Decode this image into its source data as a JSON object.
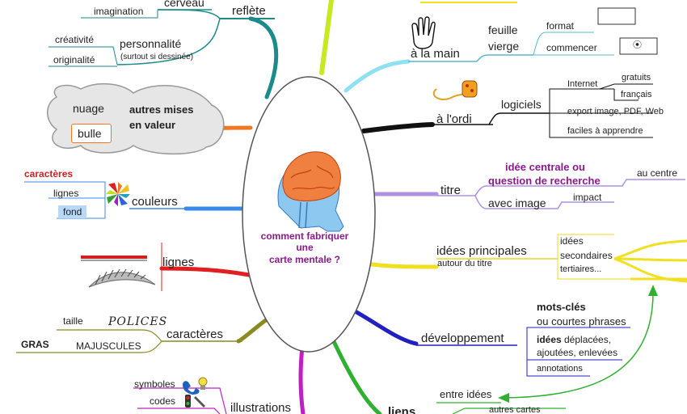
{
  "center": {
    "line1": "comment fabriquer",
    "line2": "une",
    "line3": "carte mentale ?"
  },
  "left": {
    "reflete": {
      "label": "reflète",
      "cerveau": "cerveau",
      "imagination": "imagination",
      "personnalite": "personnalité",
      "personnalite_note": "(surtout si dessinée)",
      "creativite": "créativité",
      "originalite": "originalité"
    },
    "mises_en_valeur": {
      "line1": "autres mises",
      "line2": "en valeur",
      "nuage": "nuage",
      "bulle": "bulle"
    },
    "couleurs": {
      "label": "couleurs",
      "caracteres": "caractères",
      "lignes": "lignes",
      "fond": "fond"
    },
    "lignes": {
      "label": "lignes"
    },
    "caracteres": {
      "label": "caractères",
      "taille": "taille",
      "polices": "POLICES",
      "gras": "GRAS",
      "majuscules": "MAJUSCULES"
    },
    "illustrations": {
      "label": "illustrations",
      "symboles": "symboles",
      "codes": "codes"
    }
  },
  "right": {
    "main": {
      "label": "à la main",
      "feuille_line1": "feuille",
      "feuille_line2": "vierge",
      "format": "format",
      "commencer": "commencer",
      "center_mark": "⦿"
    },
    "ordi": {
      "label": "à l'ordi",
      "logiciels": "logiciels",
      "internet": "Internet",
      "gratuits": "gratuits",
      "francais": "français",
      "export": "export image, PDF, Web",
      "faciles": "faciles à apprendre"
    },
    "titre": {
      "label": "titre",
      "idee_line1": "idée centrale ou",
      "idee_line2": "question de recherche",
      "au_centre": "au centre",
      "avec_image": "avec image",
      "impact": "impact"
    },
    "idees": {
      "label": "idées principales",
      "sub": "autour du titre",
      "idees": "idées",
      "secondaires": "secondaires",
      "tertiaires": "tertiaires..."
    },
    "developpement": {
      "label": "développement",
      "mots_cles": "mots-clés",
      "courtes": "ou courtes phrases",
      "idees_word": "idées",
      "deplacees": "déplacées,",
      "ajoutees": "ajoutées, enlevées",
      "annotations": "annotations"
    },
    "liens": {
      "label": "liens",
      "entre_idees": "entre idées",
      "autres_cartes": "autres cartes"
    }
  },
  "colors": {
    "reflete": "#1a8a8a",
    "main": "#8fe0f0",
    "ordi": "#111111",
    "mises": "#f07820",
    "couleurs": "#3a8ae8",
    "titre": "#b090e0",
    "lignes": "#e02020",
    "idees": "#f0e020",
    "caracteres": "#8a8a20",
    "developpement": "#2020c0",
    "illustrations": "#c020c0",
    "liens": "#30b030",
    "accent_purple": "#8b1a8b",
    "accent_red": "#d02020"
  }
}
